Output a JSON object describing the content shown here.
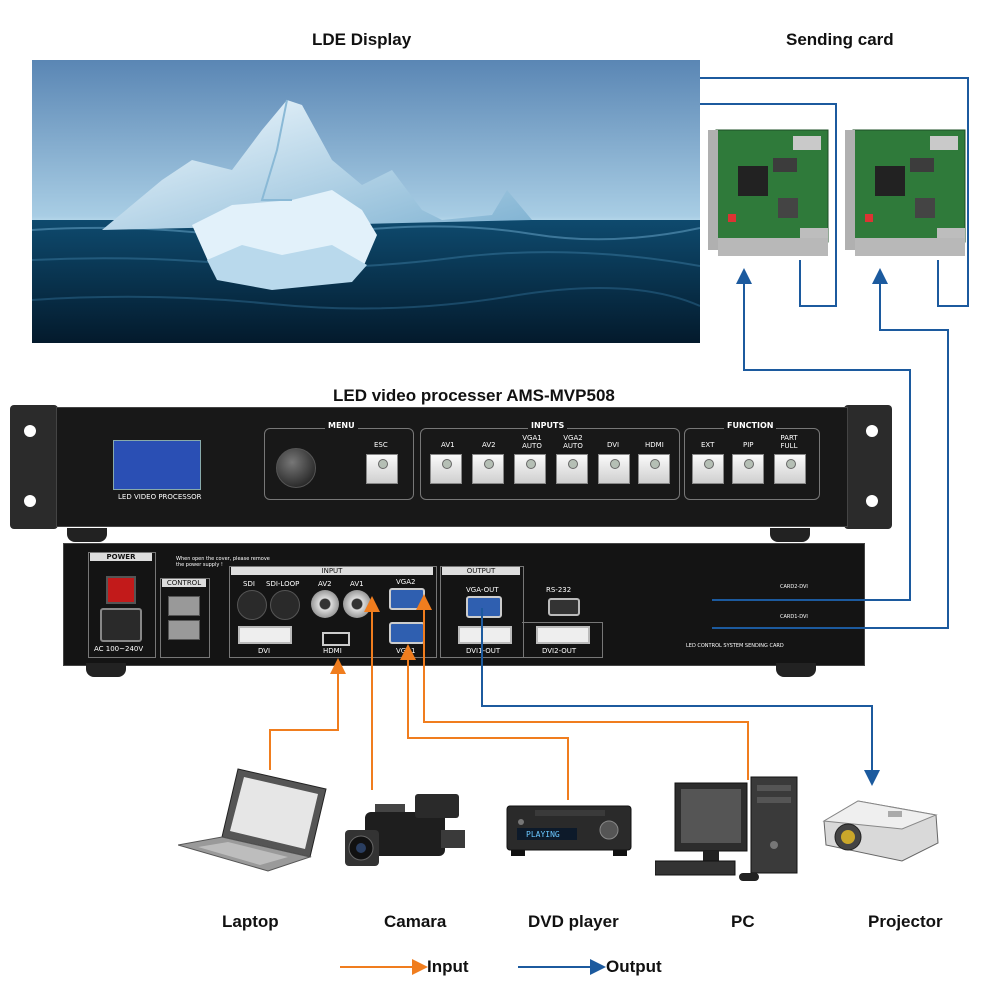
{
  "labels": {
    "led_display": "LDE  Display",
    "sending_card": "Sending card",
    "processor_title": "LED video processer AMS-MVP508"
  },
  "front_panel": {
    "screen_text": "LED VIDEO PROCESSOR",
    "menu": "MENU",
    "esc": "ESC",
    "inputs_title": "INPUTS",
    "input_buttons": [
      "AV1",
      "AV2",
      "VGA1 AUTO",
      "VGA2 AUTO",
      "DVI",
      "HDMI"
    ],
    "function_title": "FUNCTION",
    "function_buttons": [
      "EXT",
      "PIP",
      "PART FULL"
    ]
  },
  "back_panel": {
    "power": "POWER",
    "power_rating": "AC 100~240V",
    "control": "CONTROL",
    "warning": "When open the cover, please remove the power supply !",
    "input_title": "INPUT",
    "input_ports": [
      "SDI",
      "SDI-LOOP",
      "AV2",
      "AV1",
      "VGA2",
      "DVI",
      "HDMI",
      "VGA1"
    ],
    "output_title": "OUTPUT",
    "output_ports": [
      "VGA-OUT",
      "RS-232",
      "DVI1-OUT",
      "DVI2-OUT"
    ],
    "card_slots": [
      "CARD2-DVI",
      "CARD1-DVI"
    ],
    "card_caption": "LED CONTROL SYSTEM SENDING CARD"
  },
  "devices": {
    "laptop": "Laptop",
    "camera": "Camara",
    "dvd": "DVD player",
    "dvd_screen": "PLAYING",
    "pc": "PC",
    "projector": "Projector"
  },
  "legend": {
    "input": "Input",
    "output": "Output"
  },
  "colors": {
    "input_line": "#f07d1e",
    "output_line": "#1c5a9e",
    "panel": "#1b1b1b",
    "screen": "#2a4fb4"
  }
}
